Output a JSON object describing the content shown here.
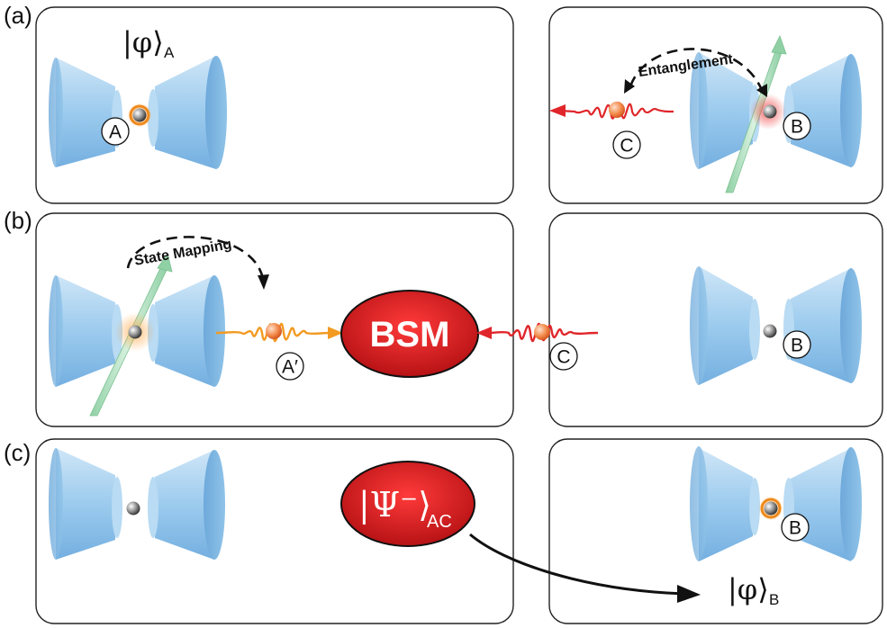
{
  "panels": {
    "a": {
      "letter": "(a)"
    },
    "b": {
      "letter": "(b)"
    },
    "c": {
      "letter": "(c)"
    }
  },
  "kets": {
    "phi_A": {
      "symbol": "|φ⟩",
      "sub": "A"
    },
    "phi_B": {
      "symbol": "|φ⟩",
      "sub": "B"
    },
    "psi_AC": {
      "symbol": "|Ψ⁻⟩",
      "sub": "AC"
    }
  },
  "labels": {
    "entanglement": "Entanglement",
    "state_mapping": "State Mapping",
    "bsm": "BSM",
    "atom_A": "A",
    "atom_B": "B",
    "photon_C": "C",
    "photon_A_prime": "A′"
  },
  "colors": {
    "cavity": "#8fc3e8",
    "red_photon": "#e0262a",
    "orange_photon": "#f29a22",
    "green_beam": "#a9dcb9",
    "bsm_fill": "#d6181c",
    "panel_stroke": "#222222"
  }
}
